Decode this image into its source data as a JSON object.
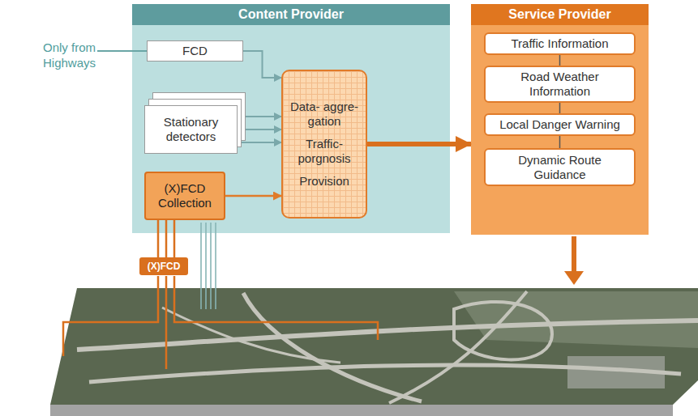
{
  "diagram": {
    "nodes": [
      {
        "text": [
          "Content Provider"
        ]
      },
      {
        "text": [
          "FCD"
        ],
        "in": 0
      },
      {
        "text": [
          "Stationary detectors"
        ],
        "in": 0
      },
      {
        "text": [
          "(X)FCD Collection"
        ],
        "in": 0
      },
      {
        "text": [
          "Data- aggre- gation",
          "Traffic- porgnosis",
          "Provision"
        ],
        "in": 0
      },
      {
        "text": [
          "Service Provider"
        ]
      },
      {
        "text": [
          "Traffic Information"
        ],
        "in": 5
      },
      {
        "text": [
          "Road Weather Information"
        ],
        "in": 5
      },
      {
        "text": [
          "Local Danger Warning"
        ],
        "in": 5
      },
      {
        "text": [
          "Dynamic Route Guidance"
        ],
        "in": 5
      },
      {
        "text": [
          "(X)FCD"
        ]
      }
    ],
    "edges": [
      {
        "from": 1,
        "to": 4,
        "arrow": "to"
      },
      {
        "from": 2,
        "to": 4,
        "arrow": "to"
      },
      {
        "from": 3,
        "to": 4,
        "arrow": "to"
      },
      {
        "from": 4,
        "to": 5,
        "arrow": "to"
      },
      {
        "from": 6,
        "to": 7,
        "arrow": "none"
      },
      {
        "from": 7,
        "to": 8,
        "arrow": "none"
      },
      {
        "from": 8,
        "to": 9,
        "arrow": "none"
      },
      {
        "from": 3,
        "to": 10,
        "arrow": "none"
      }
    ],
    "labels": [
      "Only from Highways"
    ]
  }
}
